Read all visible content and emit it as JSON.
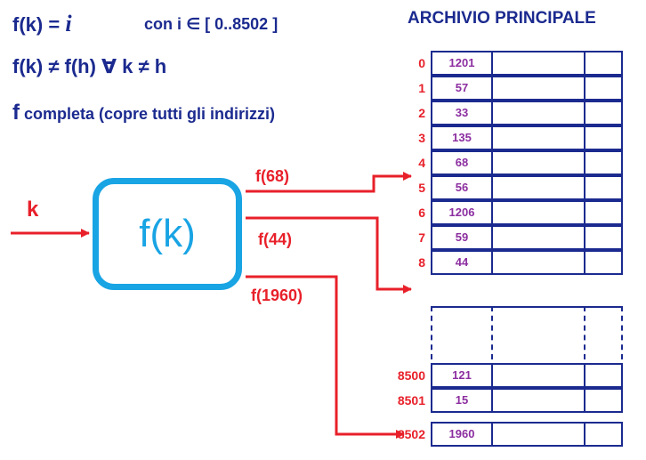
{
  "formulas": {
    "line1_left": "f(k)",
    "line1_eq": "=",
    "line1_i": "i",
    "line1_cond": "con i ∈ [ 0..8502 ]",
    "line2": "f(k) ≠ f(h)  ∀ k ≠ h",
    "line3_f": "f",
    "line3_rest": "completa  (copre tutti gli indirizzi)"
  },
  "archive_title": "ARCHIVIO PRINCIPALE",
  "function_box": "f(k)",
  "input_label": "k",
  "arrow_labels": {
    "f68": "f(68)",
    "f44": "f(44)",
    "f1960": "f(1960)"
  },
  "rows_top": [
    {
      "index": "0",
      "value": "1201"
    },
    {
      "index": "1",
      "value": "57"
    },
    {
      "index": "2",
      "value": "33"
    },
    {
      "index": "3",
      "value": "135"
    },
    {
      "index": "4",
      "value": "68"
    },
    {
      "index": "5",
      "value": "56"
    },
    {
      "index": "6",
      "value": "1206"
    },
    {
      "index": "7",
      "value": "59"
    },
    {
      "index": "8",
      "value": "44"
    }
  ],
  "rows_bottom": [
    {
      "index": "8500",
      "value": "121"
    },
    {
      "index": "8501",
      "value": "15"
    },
    {
      "index": "8502",
      "value": "1960"
    }
  ],
  "colors": {
    "blue": "#1b2a8f",
    "red": "#e8202a",
    "cyan": "#19a4e4",
    "purple": "#8c2ea0"
  }
}
